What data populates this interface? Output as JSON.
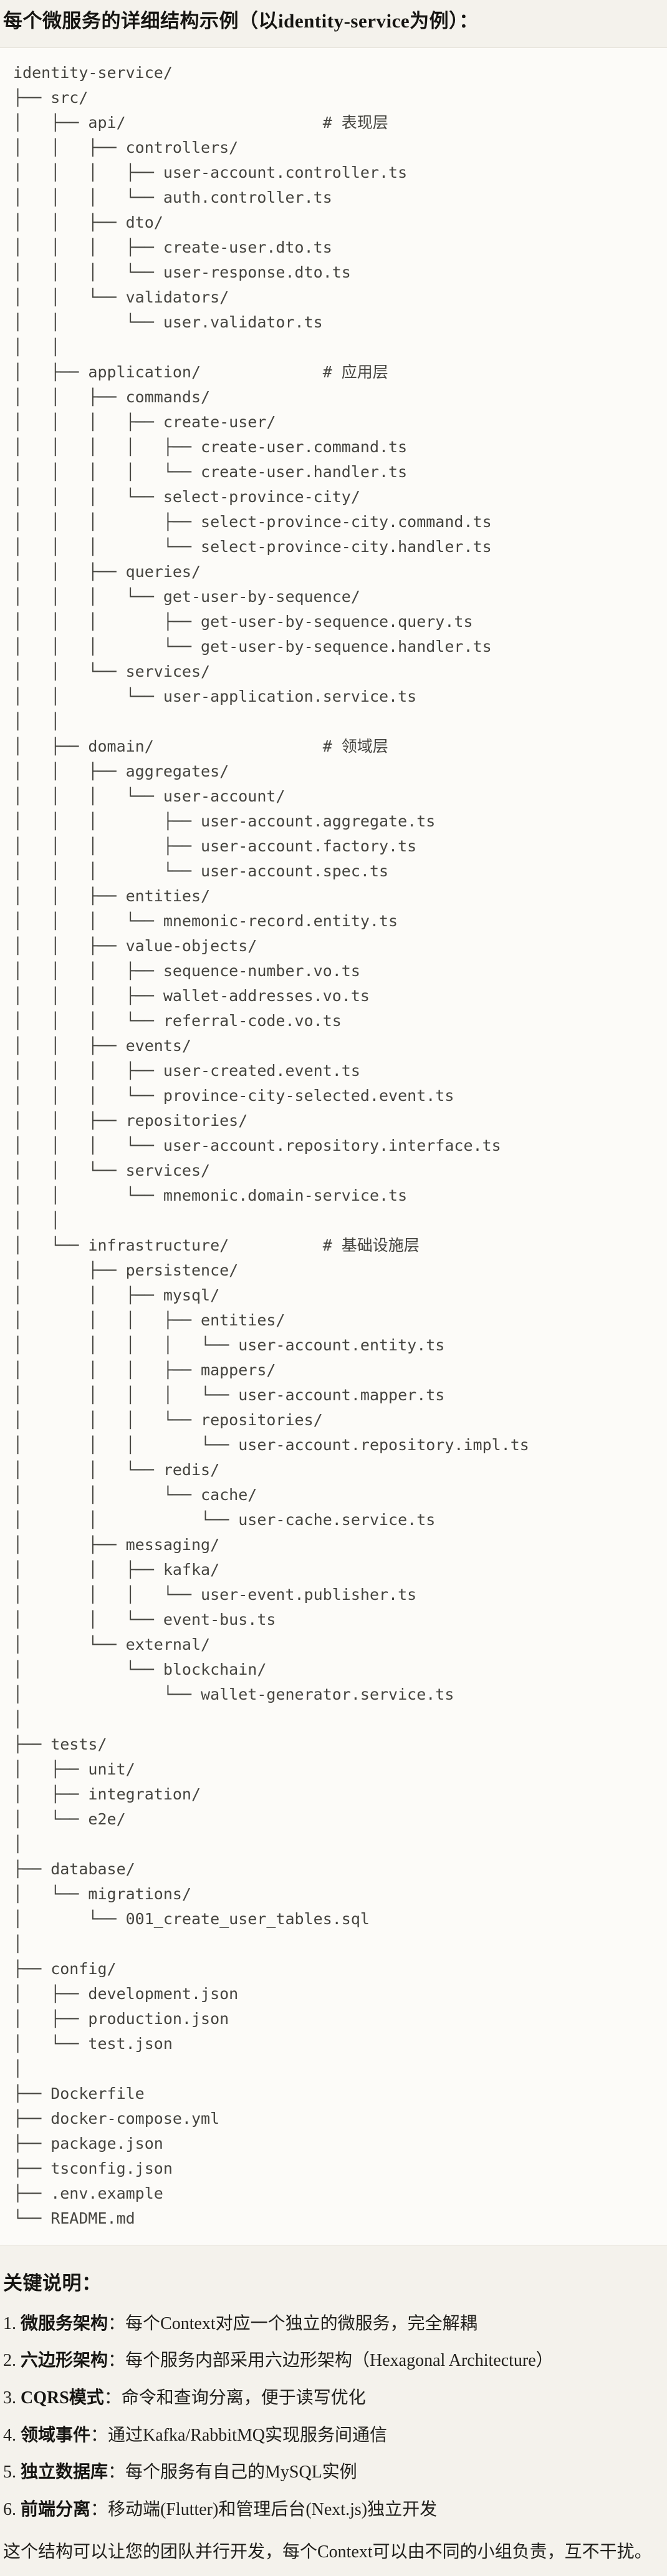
{
  "doc": {
    "title": "每个微服务的详细结构示例（以identity-service为例）：",
    "file_tree": "identity-service/\n├── src/\n│   ├── api/                     # 表现层\n│   │   ├── controllers/\n│   │   │   ├── user-account.controller.ts\n│   │   │   └── auth.controller.ts\n│   │   ├── dto/\n│   │   │   ├── create-user.dto.ts\n│   │   │   └── user-response.dto.ts\n│   │   └── validators/\n│   │       └── user.validator.ts\n│   │\n│   ├── application/             # 应用层\n│   │   ├── commands/\n│   │   │   ├── create-user/\n│   │   │   │   ├── create-user.command.ts\n│   │   │   │   └── create-user.handler.ts\n│   │   │   └── select-province-city/\n│   │   │       ├── select-province-city.command.ts\n│   │   │       └── select-province-city.handler.ts\n│   │   ├── queries/\n│   │   │   └── get-user-by-sequence/\n│   │   │       ├── get-user-by-sequence.query.ts\n│   │   │       └── get-user-by-sequence.handler.ts\n│   │   └── services/\n│   │       └── user-application.service.ts\n│   │\n│   ├── domain/                  # 领域层\n│   │   ├── aggregates/\n│   │   │   └── user-account/\n│   │   │       ├── user-account.aggregate.ts\n│   │   │       ├── user-account.factory.ts\n│   │   │       └── user-account.spec.ts\n│   │   ├── entities/\n│   │   │   └── mnemonic-record.entity.ts\n│   │   ├── value-objects/\n│   │   │   ├── sequence-number.vo.ts\n│   │   │   ├── wallet-addresses.vo.ts\n│   │   │   └── referral-code.vo.ts\n│   │   ├── events/\n│   │   │   ├── user-created.event.ts\n│   │   │   └── province-city-selected.event.ts\n│   │   ├── repositories/\n│   │   │   └── user-account.repository.interface.ts\n│   │   └── services/\n│   │       └── mnemonic.domain-service.ts\n│   │\n│   └── infrastructure/          # 基础设施层\n│       ├── persistence/\n│       │   ├── mysql/\n│       │   │   ├── entities/\n│       │   │   │   └── user-account.entity.ts\n│       │   │   ├── mappers/\n│       │   │   │   └── user-account.mapper.ts\n│       │   │   └── repositories/\n│       │   │       └── user-account.repository.impl.ts\n│       │   └── redis/\n│       │       └── cache/\n│       │           └── user-cache.service.ts\n│       ├── messaging/\n│       │   ├── kafka/\n│       │   │   └── user-event.publisher.ts\n│       │   └── event-bus.ts\n│       └── external/\n│           └── blockchain/\n│               └── wallet-generator.service.ts\n│\n├── tests/\n│   ├── unit/\n│   ├── integration/\n│   └── e2e/\n│\n├── database/\n│   └── migrations/\n│       └── 001_create_user_tables.sql\n│\n├── config/\n│   ├── development.json\n│   ├── production.json\n│   └── test.json\n│\n├── Dockerfile\n├── docker-compose.yml\n├── package.json\n├── tsconfig.json\n├── .env.example\n└── README.md",
    "notes_heading": "关键说明：",
    "notes": [
      {
        "num": "1.",
        "term": "微服务架构",
        "desc": "：每个Context对应一个独立的微服务，完全解耦"
      },
      {
        "num": "2.",
        "term": "六边形架构",
        "desc": "：每个服务内部采用六边形架构（Hexagonal Architecture）"
      },
      {
        "num": "3.",
        "term": "CQRS模式",
        "desc": "：命令和查询分离，便于读写优化"
      },
      {
        "num": "4.",
        "term": "领域事件",
        "desc": "：通过Kafka/RabbitMQ实现服务间通信"
      },
      {
        "num": "5.",
        "term": "独立数据库",
        "desc": "：每个服务有自己的MySQL实例"
      },
      {
        "num": "6.",
        "term": "前端分离",
        "desc": "：移动端(Flutter)和管理后台(Next.js)独立开发"
      }
    ],
    "closing": "这个结构可以让您的团队并行开发，每个Context可以由不同的小组负责，互不干扰。"
  }
}
